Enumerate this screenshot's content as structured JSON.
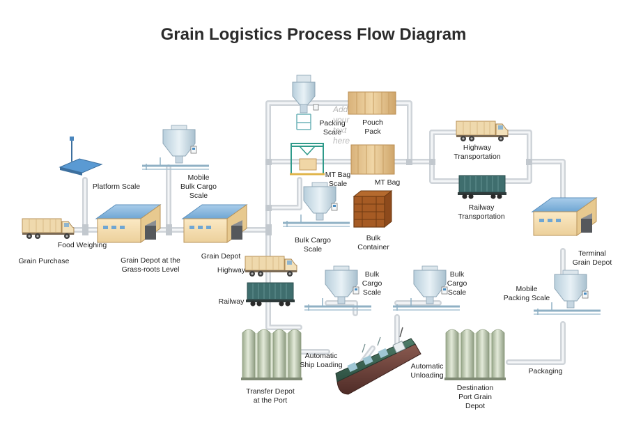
{
  "title": "Grain Logistics Process Flow Diagram",
  "labels": {
    "grain_purchase": "Grain Purchase",
    "food_weighing": "Food Weighing",
    "platform_scale": "Platform Scale",
    "grain_depot_grassroots": "Grain Depot at the\nGrass-roots Level",
    "mobile_bulk_cargo_scale": "Mobile\nBulk Cargo\nScale",
    "grain_depot": "Grain Depot",
    "packing_scale": "Packing\nScale",
    "pouch_pack": "Pouch\nPack",
    "mt_bag_scale": "MT Bag\nScale",
    "mt_bag": "MT Bag",
    "bulk_cargo_scale_top": "Bulk Cargo\nScale",
    "bulk_container": "Bulk\nContainer",
    "highway_transportation": "Highway\nTransportation",
    "railway_transportation": "Railway\nTransportation",
    "terminal_grain_depot": "Terminal\nGrain Depot",
    "highway": "Highway",
    "railway": "Railway",
    "bulk_cargo_scale_left": "Bulk\nCargo\nScale",
    "bulk_cargo_scale_right": "Bulk\nCargo\nScale",
    "mobile_packing_scale": "Mobile\nPacking Scale",
    "automatic_ship_loading": "Automatic\nShip Loading",
    "automatic_unloading": "Automatic\nUnloading",
    "transfer_depot": "Transfer Depot\nat the Port",
    "destination_port_depot": "Destination\nPort Grain\nDepot",
    "packaging": "Packaging",
    "placeholder": "Add\nyour\ntext\nhere"
  }
}
